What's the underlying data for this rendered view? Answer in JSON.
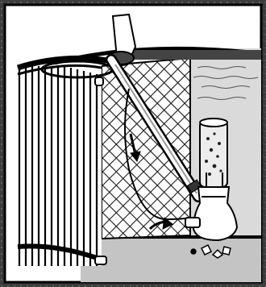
{
  "figure": {
    "kind": "technical-illustration",
    "subject": "pool-cartridge-filter-cleaning",
    "palette": {
      "background": "#3a3a3a",
      "panel": "#ffffff",
      "line": "#111111",
      "water": "#d9d9d9",
      "floor": "#bfbfbf",
      "grid": "#1a1a1a"
    },
    "elements": [
      "pleated-filter-cartridge",
      "mesh-screen",
      "water-surface",
      "wand-tube",
      "collection-jar",
      "flow-arrows",
      "floor-debris"
    ]
  }
}
